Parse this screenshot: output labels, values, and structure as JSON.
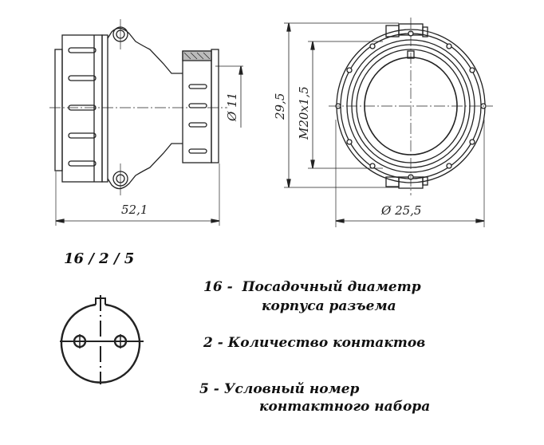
{
  "drawing": {
    "dimensions": {
      "length": "52,1",
      "rear_diameter": "Ø 11",
      "height": "29,5",
      "thread": "M20x1,5",
      "outer_diameter": "Ø  25,5"
    }
  },
  "legend": {
    "code": "16 / 2 / 5",
    "items": [
      {
        "num": "16",
        "text_line1": "Посадочный диаметр",
        "text_line2": "корпуса разъема"
      },
      {
        "num": "2",
        "text_line1": "Количество контактов",
        "text_line2": ""
      },
      {
        "num": "5",
        "text_line1": "Условный номер",
        "text_line2": "контактного набора"
      }
    ]
  }
}
